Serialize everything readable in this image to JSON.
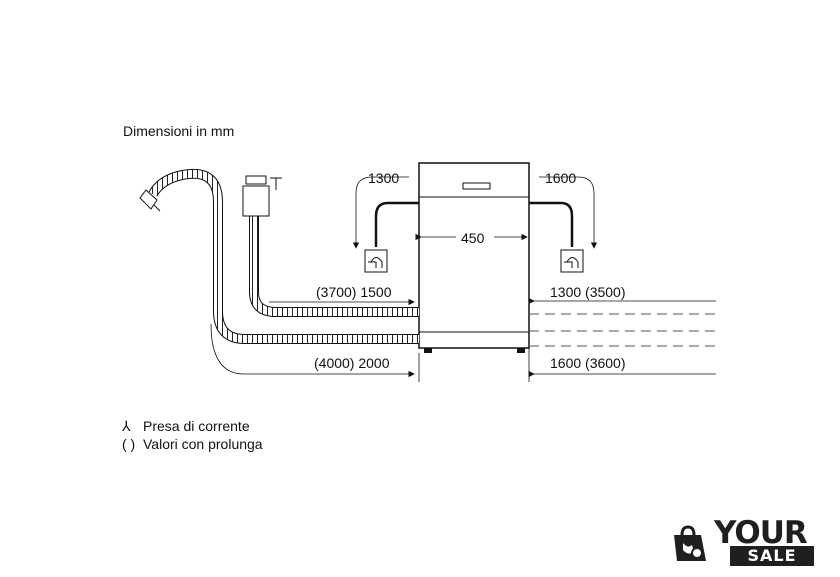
{
  "diagram": {
    "caption": "Dimensioni in mm",
    "top_left_dimension": "1300",
    "top_right_dimension": "1600",
    "width_dimension": "450",
    "left_upper_hose_dimension": "(3700) 1500",
    "left_lower_hose_dimension": "(4000) 2000",
    "right_upper_dimension": "1300 (3500)",
    "right_lower_dimension": "1600 (3600)"
  },
  "legend": {
    "socket_symbol": "⅄",
    "socket_text": "Presa di corrente",
    "parentheses_symbol": "( )",
    "parentheses_text": "Valori con prolunga"
  },
  "watermark": {
    "word_top": "YOUR",
    "word_bottom": "SALE"
  },
  "colors": {
    "line": "#111111",
    "dashed": "#555555",
    "frame_border": "#dddddd",
    "watermark": "#1f1f1f"
  }
}
